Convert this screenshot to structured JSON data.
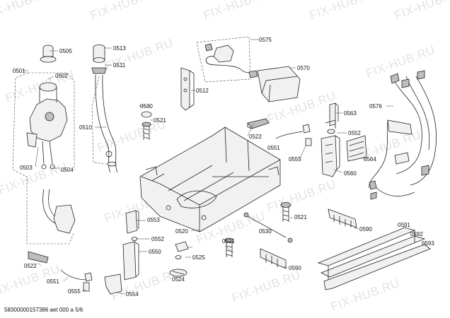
{
  "watermark": "FIX-HUB.RU",
  "footer": "58300000157386 aet 000 a 5/6",
  "labels": {
    "l0501": "0501",
    "l0502": "0502",
    "l0503": "0503",
    "l0504": "0504",
    "l0505": "0505",
    "l0510": "0510",
    "l0511": "0511",
    "l0512": "0512",
    "l0513": "0513",
    "l0520": "0520",
    "l0521a": "0521",
    "l0521b": "0521",
    "l0521c": "0521",
    "l0522a": "0522",
    "l0522b": "0522",
    "l0524": "0524",
    "l0525": "0525",
    "l0530a": "0530",
    "l0530b": "0530",
    "l0550": "0550",
    "l0551a": "0551",
    "l0551b": "0551",
    "l0552a": "0552",
    "l0552b": "0552",
    "l0553": "0553",
    "l0554": "0554",
    "l0555a": "0555",
    "l0555b": "0555",
    "l0560": "0560",
    "l0563": "0563",
    "l0564": "0564",
    "l0570": "0570",
    "l0575": "0575",
    "l0576": "0576",
    "l0590a": "0590",
    "l0590b": "0590",
    "l0591": "0591",
    "l0592": "0592",
    "l0593": "0593"
  }
}
